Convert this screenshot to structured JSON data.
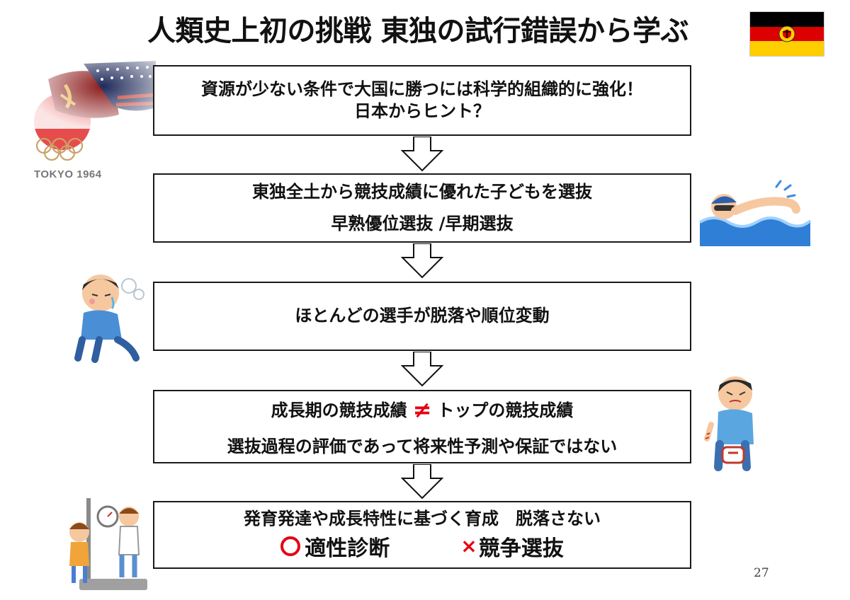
{
  "title": "人類史上初の挑戦 東独の試行錯誤から学ぶ",
  "colors": {
    "accent_red": "#e60012",
    "flag_black": "#000000",
    "flag_red": "#dd0000",
    "flag_gold": "#ffce00"
  },
  "icons": {
    "flag": "gdr-flag-icon",
    "olympic": "tokyo-1964-olympic-poster-icon",
    "swimmer": "swimmer-illustration-icon",
    "fatigue": "tired-child-illustration-icon",
    "injury": "injured-child-illustration-icon",
    "measure": "height-measurement-illustration-icon"
  },
  "olympic_text": "TOKYO 1964",
  "steps": [
    {
      "lines": [
        "資源が少ない条件で大国に勝つには科学的組織的に強化！",
        "日本からヒント？"
      ]
    },
    {
      "lines": [
        "東独全土から競技成績に優れた子どもを選抜",
        "早熟優位選抜 /早期選抜"
      ]
    },
    {
      "lines": [
        "ほとんどの選手が脱落や順位変動"
      ]
    },
    {
      "line1_left": "成長期の競技成績",
      "neq_symbol": "≠",
      "line1_right": "トップの競技成績",
      "line2": "選抜過程の評価であって将来性予測や保証ではない"
    },
    {
      "line1": "発育発達や成長特性に基づく育成　脱落さない",
      "good_label": "適性診断",
      "bad_mark": "×",
      "bad_label": "競争選抜"
    }
  ],
  "page_number": "27"
}
